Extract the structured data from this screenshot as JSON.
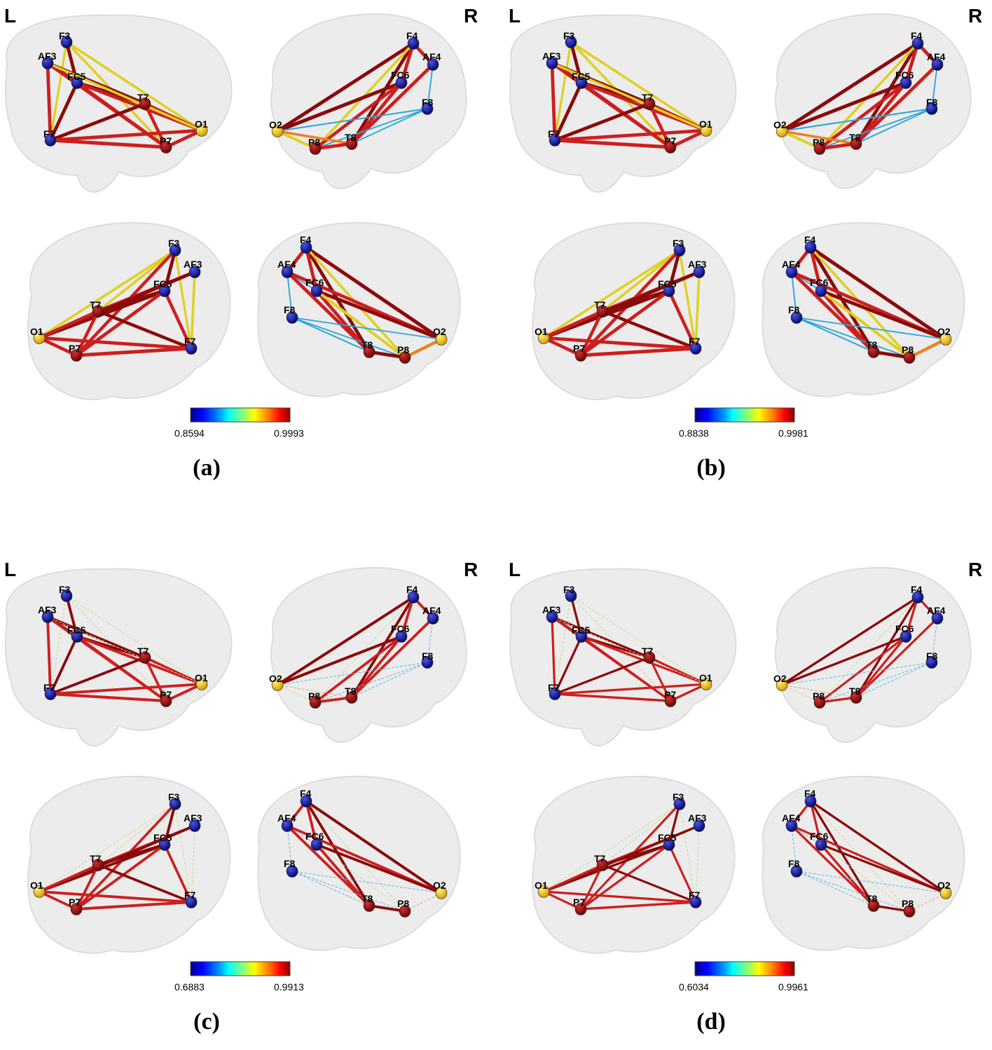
{
  "panels": [
    {
      "caption": "(a)",
      "side_left": "L",
      "side_right": "R",
      "colorbar": {
        "min_label": "0.8594",
        "max_label": "0.9993",
        "min": 0.8594,
        "max": 0.9993
      },
      "edge_scale": 1.0,
      "low_edges_dashed": false
    },
    {
      "caption": "(b)",
      "side_left": "L",
      "side_right": "R",
      "colorbar": {
        "min_label": "0.8838",
        "max_label": "0.9981",
        "min": 0.8838,
        "max": 0.9981
      },
      "edge_scale": 1.0,
      "low_edges_dashed": false
    },
    {
      "caption": "(c)",
      "side_left": "L",
      "side_right": "R",
      "colorbar": {
        "min_label": "0.6883",
        "max_label": "0.9913",
        "min": 0.6883,
        "max": 0.9913
      },
      "edge_scale": 0.75,
      "low_edges_dashed": true
    },
    {
      "caption": "(d)",
      "side_left": "L",
      "side_right": "R",
      "colorbar": {
        "min_label": "0.6034",
        "max_label": "0.9961",
        "min": 0.6034,
        "max": 0.9961
      },
      "edge_scale": 0.6,
      "low_edges_dashed": true
    }
  ],
  "electrodes": {
    "left": [
      "F3",
      "AF3",
      "FC5",
      "T7",
      "F7",
      "P7",
      "O1"
    ],
    "right": [
      "F4",
      "AF4",
      "FC6",
      "F8",
      "O2",
      "P8",
      "T8"
    ]
  },
  "colors": {
    "frontal_node": "#0a0f8c",
    "temporal_parietal_node": "#8b0a0a",
    "occipital_node": "#f5c400",
    "colormap": [
      "#00008f",
      "#0000ff",
      "#00a0ff",
      "#00ffff",
      "#80ff80",
      "#ffff00",
      "#ff8000",
      "#ff0000",
      "#8b0000"
    ]
  }
}
